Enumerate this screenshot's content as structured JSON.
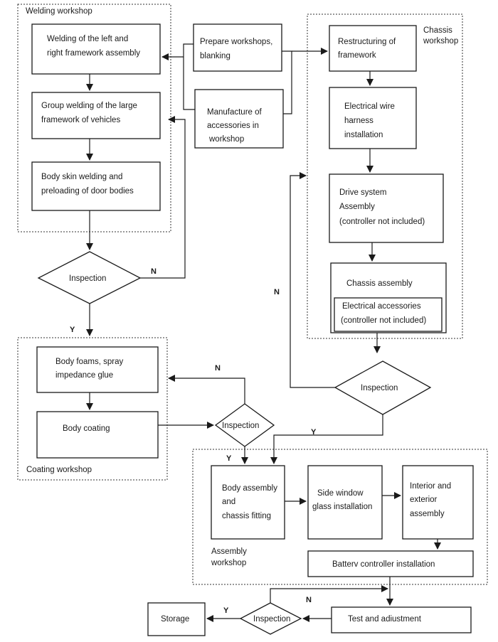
{
  "workshops": {
    "welding": "Welding workshop",
    "chassis": [
      "Chassis",
      "workshop"
    ],
    "coating": "Coating workshop",
    "assembly": [
      "Assembly",
      "workshop"
    ]
  },
  "steps": {
    "weld_lr": [
      "Welding of the left and",
      "right framework assembly"
    ],
    "group_weld": [
      "Group welding of the large",
      "framework of vehicles"
    ],
    "body_skin": [
      "Body skin welding and",
      "preloading of door bodies"
    ],
    "prepare": [
      "Prepare workshops,",
      "blanking"
    ],
    "accessories": [
      "Manufacture of",
      "accessories in",
      "workshop"
    ],
    "restructure": [
      "Restructuring of",
      "framework"
    ],
    "wire": [
      "Electrical wire",
      "harness",
      "installation"
    ],
    "drive": [
      "Drive system",
      "Assembly",
      "(controller not included)"
    ],
    "chassis_asm": "Chassis assembly",
    "elec_acc": [
      "Electrical accessories",
      "(controller not included)"
    ],
    "foam": [
      "Body foams, spray",
      "impedance glue"
    ],
    "coat": "Body coating",
    "body_asm": [
      "Body assembly",
      "and",
      "chassis fitting"
    ],
    "side_glass": [
      "Side window",
      "glass installation"
    ],
    "interior": [
      "Interior and",
      "exterior",
      "assembly"
    ],
    "battery": "Batterv controller installation",
    "test": "Test and adiustment",
    "storage": "Storage"
  },
  "decisions": {
    "insp1": "Inspection",
    "insp2": "Inspection",
    "insp3": "Inspection",
    "insp4": "Inspection"
  },
  "flow_labels": {
    "n1": "N",
    "y1": "Y",
    "n2": "N",
    "y2": "Y",
    "n3": "N",
    "y3": "Y",
    "n4": "N",
    "y4": "Y"
  }
}
